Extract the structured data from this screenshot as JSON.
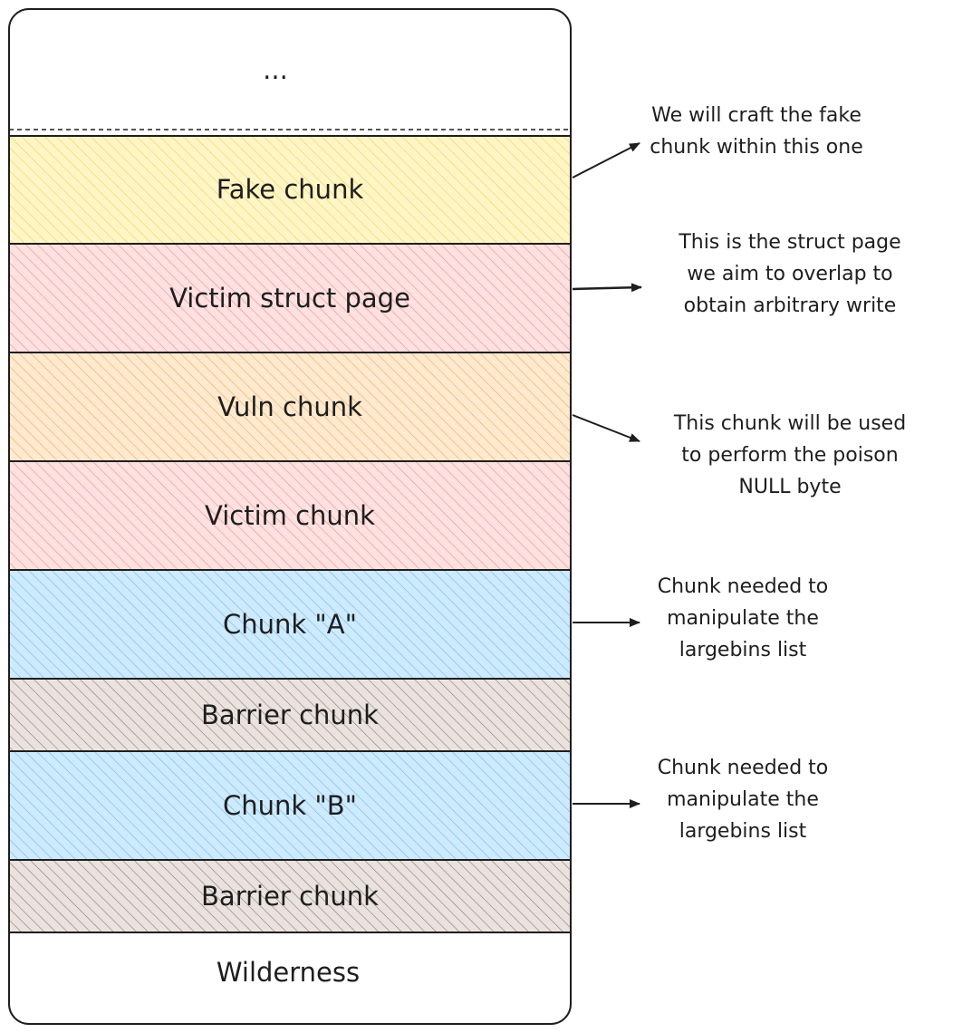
{
  "top_label": "...",
  "segments": [
    {
      "id": "fake",
      "label": "Fake chunk",
      "fill": "#ffec99"
    },
    {
      "id": "victim-page",
      "label": "Victim struct page",
      "fill": "#ffc9c9"
    },
    {
      "id": "vuln",
      "label": "Vuln chunk",
      "fill": "#ffd8a8"
    },
    {
      "id": "victim",
      "label": "Victim chunk",
      "fill": "#ffc9c9"
    },
    {
      "id": "chunk-a",
      "label": "Chunk \"A\"",
      "fill": "#a5d8ff"
    },
    {
      "id": "barrier-1",
      "label": "Barrier chunk",
      "fill": "#d7cbc4"
    },
    {
      "id": "chunk-b",
      "label": "Chunk \"B\"",
      "fill": "#a5d8ff"
    },
    {
      "id": "barrier-2",
      "label": "Barrier chunk",
      "fill": "#d7cbc4"
    }
  ],
  "bottom_label": "Wilderness",
  "notes": [
    {
      "id": "fake",
      "lines": [
        "We will craft the fake",
        "chunk within this one"
      ]
    },
    {
      "id": "victim-page",
      "lines": [
        "This is the struct page",
        "we aim to overlap to",
        "obtain arbitrary write"
      ]
    },
    {
      "id": "vuln",
      "lines": [
        "This chunk will be used",
        "to perform the poison",
        "NULL byte"
      ]
    },
    {
      "id": "chunk-a",
      "lines": [
        "Chunk needed to",
        "manipulate the",
        "largebins list"
      ]
    },
    {
      "id": "chunk-b",
      "lines": [
        "Chunk needed to",
        "manipulate the",
        "largebins list"
      ]
    }
  ]
}
